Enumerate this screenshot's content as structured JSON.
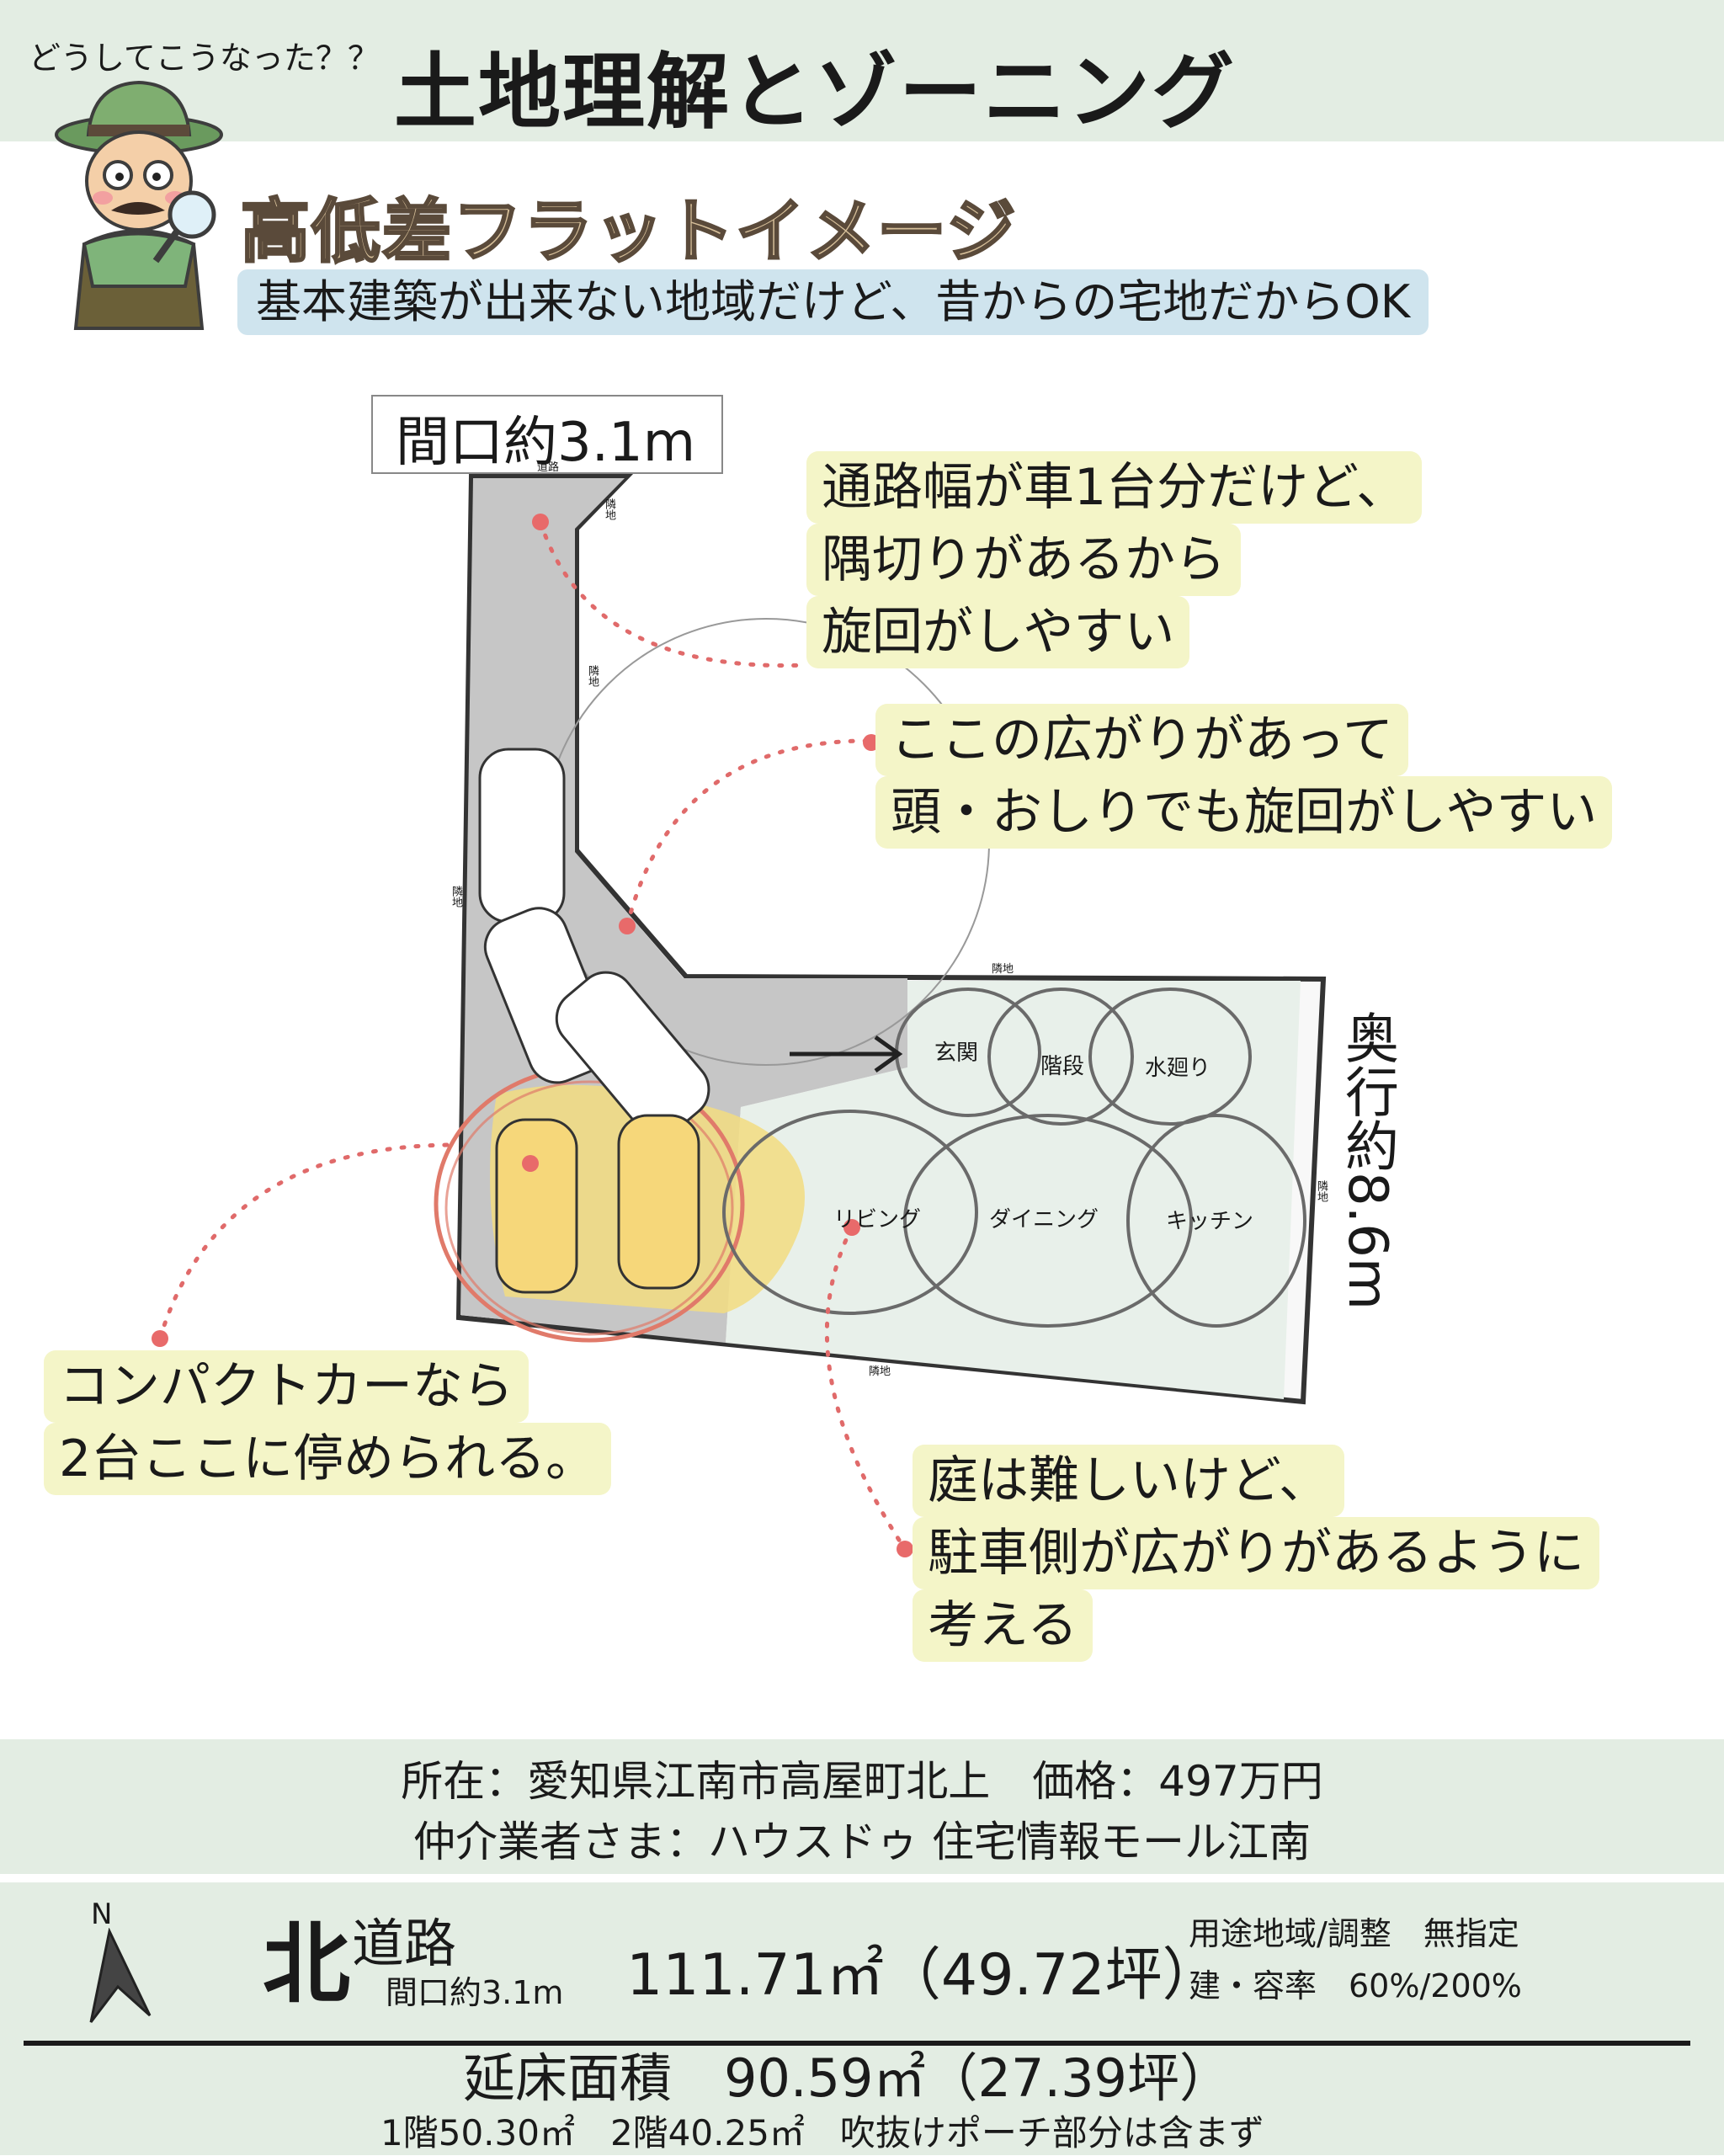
{
  "header": {
    "subtitle": "どうしてこうなった？？",
    "title": "土地理解とゾーニング"
  },
  "section": {
    "title": "高低差フラットイメージ",
    "note": "基本建築が出来ない地域だけど、昔からの宅地だからOK"
  },
  "plan": {
    "frontage_label": "間口約3.1m",
    "depth_label": "奥行約8.6m",
    "small_labels": {
      "road": "道路",
      "neighbor": "隣地"
    },
    "rooms": [
      "玄関",
      "階段",
      "水廻り",
      "リビング",
      "ダイニング",
      "キッチン"
    ]
  },
  "notes": {
    "turning_corner": [
      "通路幅が車1台分だけど、",
      "隅切りがあるから",
      "旋回がしやすい"
    ],
    "turning_space": [
      "ここの広がりがあって",
      "頭・おしりでも旋回がしやすい"
    ],
    "parking": [
      "コンパクトカーなら",
      "2台ここに停められる。"
    ],
    "garden": [
      "庭は難しいけど、",
      "駐車側が広がりがあるように",
      "考える"
    ]
  },
  "info": {
    "line1": "所在：愛知県江南市高屋町北上　価格：497万円",
    "line2": "仲介業者さま：ハウスドゥ 住宅情報モール江南"
  },
  "specs": {
    "north_letter": "N",
    "north": "北",
    "road": "道路",
    "frontage": "間口約3.1m",
    "area": "111.71㎡（49.72坪）",
    "zoning": "用途地域/調整　無指定",
    "ratio": "建・容率　60%/200%",
    "floor_area": "延床面積　90.59㎡（27.39坪）",
    "floors": "1階50.30㎡　2階40.25㎡　吹抜けポーチ部分は含まず"
  }
}
